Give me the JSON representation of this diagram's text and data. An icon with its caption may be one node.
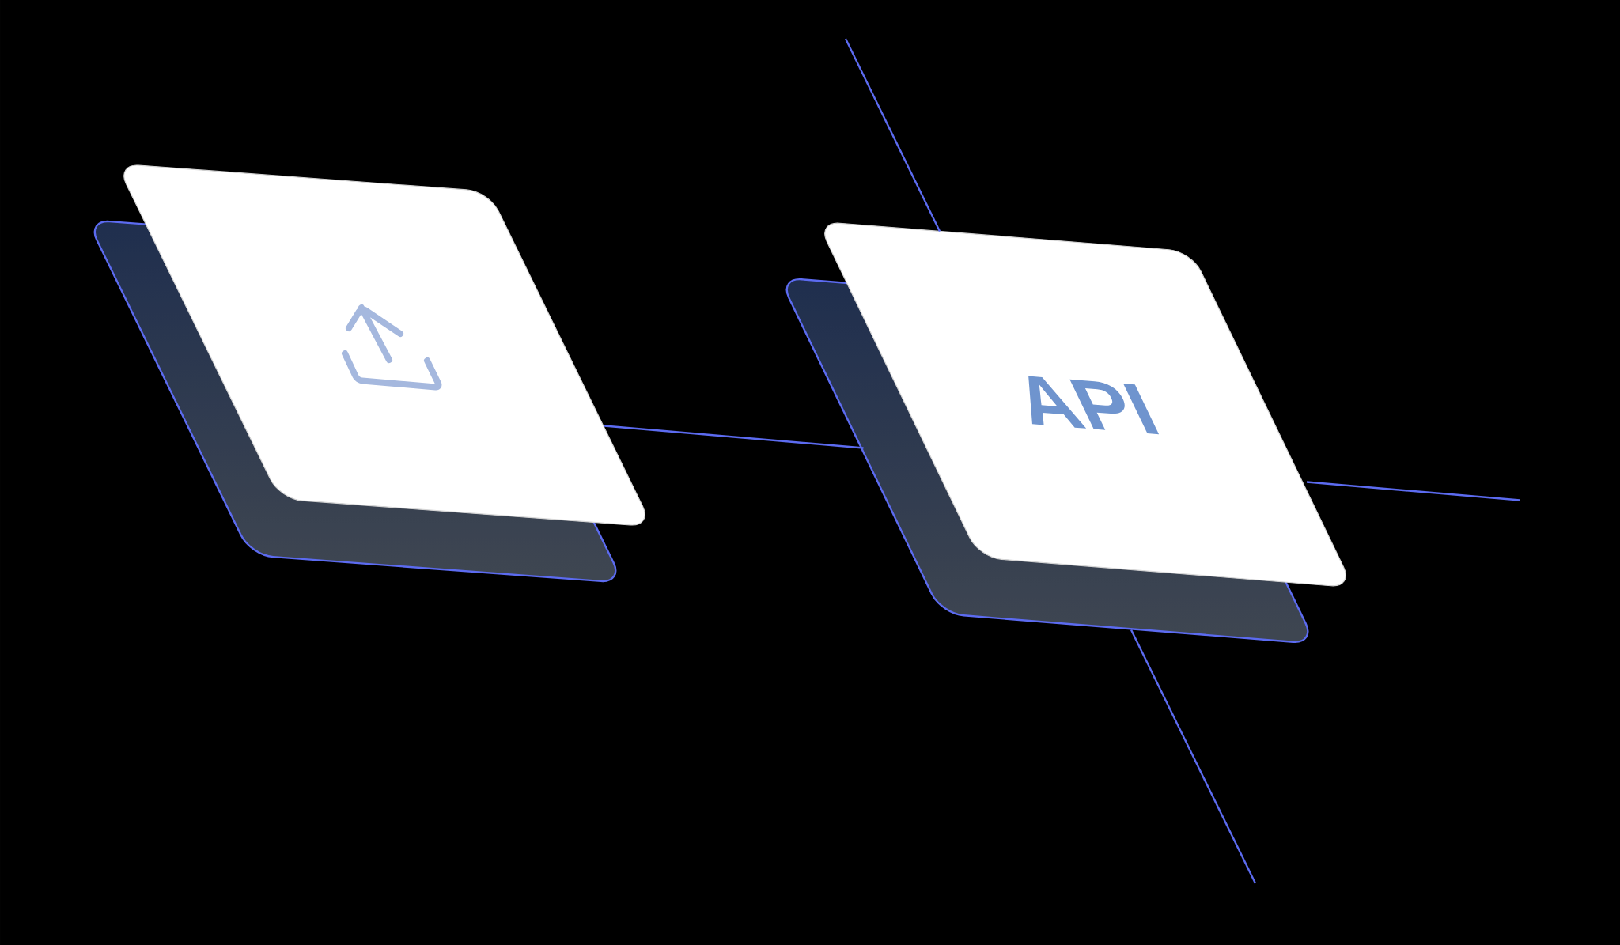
{
  "diagram": {
    "nodes": [
      {
        "text": [],
        "shape": "box"
      },
      {
        "text": [
          "API"
        ]
      }
    ],
    "edges": [
      {
        "from": 0,
        "to": 1,
        "arrow": "none"
      },
      {
        "from": 1,
        "to": null,
        "arrow": "none"
      },
      {
        "from": null,
        "to": 1,
        "arrow": "none"
      },
      {
        "from": 1,
        "to": null,
        "arrow": "none"
      }
    ]
  }
}
